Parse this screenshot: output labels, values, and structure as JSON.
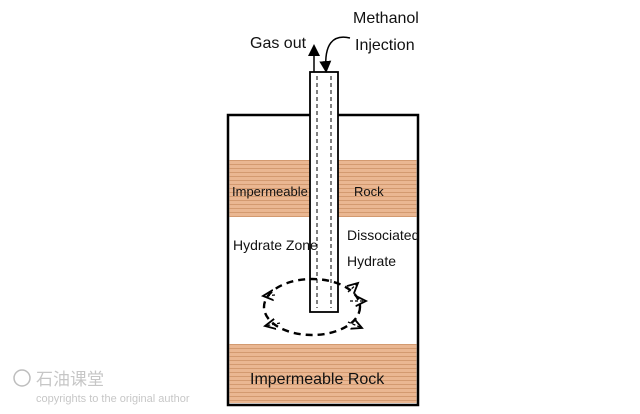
{
  "labels": {
    "gas_out": "Gas out",
    "methanol_line1": "Methanol",
    "methanol_line2": "Injection",
    "impermeable_left": "Impermeable",
    "rock_right": "Rock",
    "hydrate_zone": "Hydrate Zone",
    "dissociated_line1": "Dissociated",
    "dissociated_line2": "Hydrate",
    "bottom_rock": "Impermeable Rock"
  },
  "watermark": {
    "brand": "石油课堂",
    "copyright": "copyrights to the original author"
  },
  "colors": {
    "rock_fill": "#e9b48c",
    "rock_hatch": "#c98a5e",
    "outline": "#000000"
  }
}
